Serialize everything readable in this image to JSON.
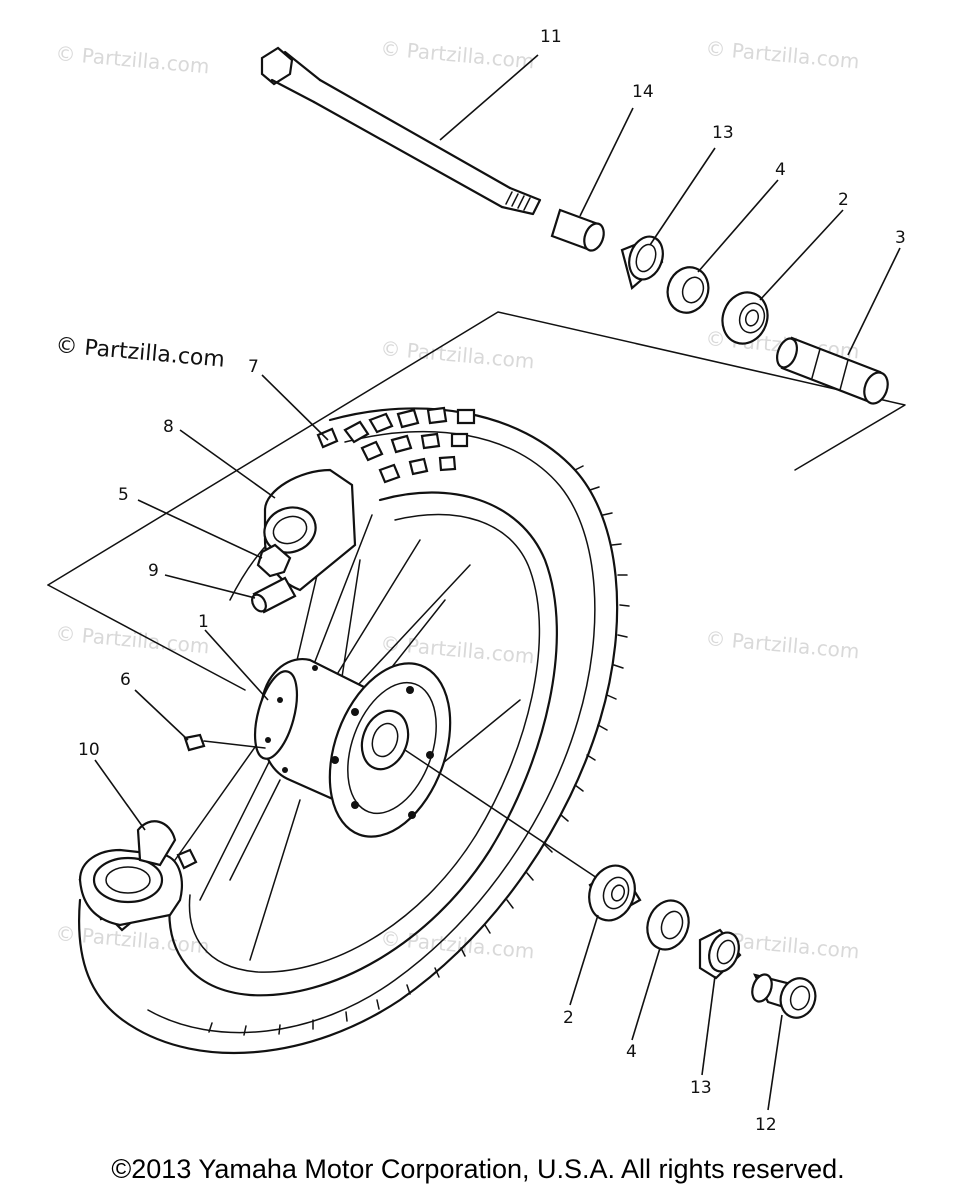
{
  "watermarks": [
    "© Partzilla.com",
    "© Partzilla.com",
    "© Partzilla.com",
    "© Partzilla.com",
    "© Partzilla.com",
    "© Partzilla.com",
    "© Partzilla.com",
    "© Partzilla.com",
    "© Partzilla.com",
    "© Partzilla.com",
    "© Partzilla.com"
  ],
  "watermark_dark": "© Partzilla.com",
  "callouts": [
    "11",
    "14",
    "13",
    "4",
    "2",
    "3",
    "7",
    "8",
    "5",
    "9",
    "1",
    "6",
    "10",
    "2",
    "4",
    "13",
    "12"
  ],
  "copyright": "©2013 Yamaha Motor Corporation, U.S.A. All rights reserved."
}
